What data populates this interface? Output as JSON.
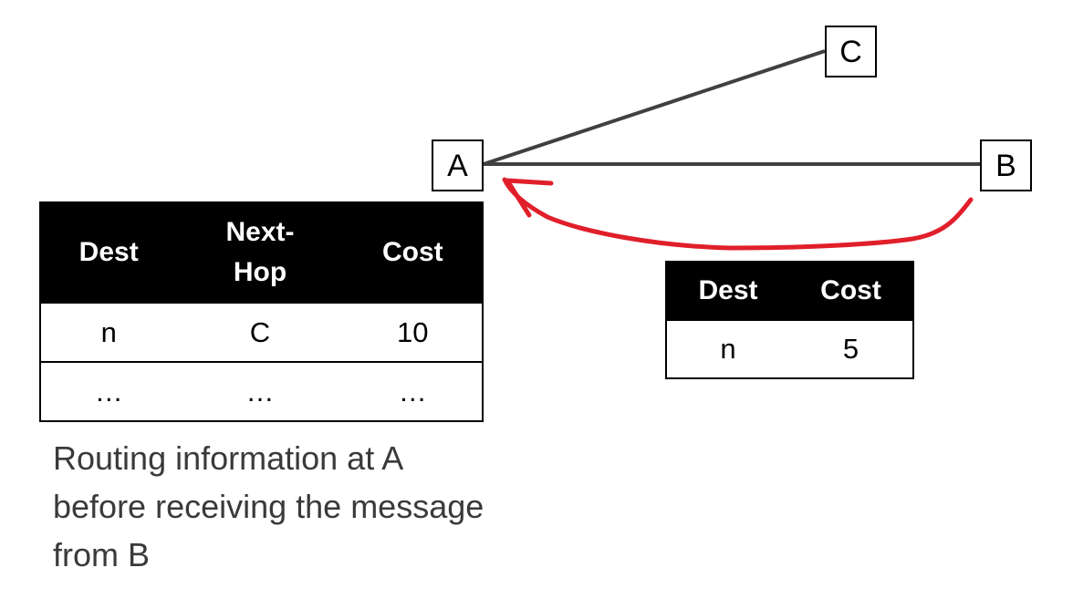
{
  "nodes": {
    "a": "A",
    "b": "B",
    "c": "C"
  },
  "table_a": {
    "headers": [
      "Dest",
      "Next-\nHop",
      "Cost"
    ],
    "rows": [
      [
        "n",
        "C",
        "10"
      ],
      [
        "…",
        "…",
        "…"
      ]
    ]
  },
  "table_b": {
    "headers": [
      "Dest",
      "Cost"
    ],
    "rows": [
      [
        "n",
        "5"
      ]
    ]
  },
  "caption": "Routing information at A before receiving the message from B",
  "colors": {
    "edge": "#404040",
    "arrow": "#e01f2a"
  }
}
